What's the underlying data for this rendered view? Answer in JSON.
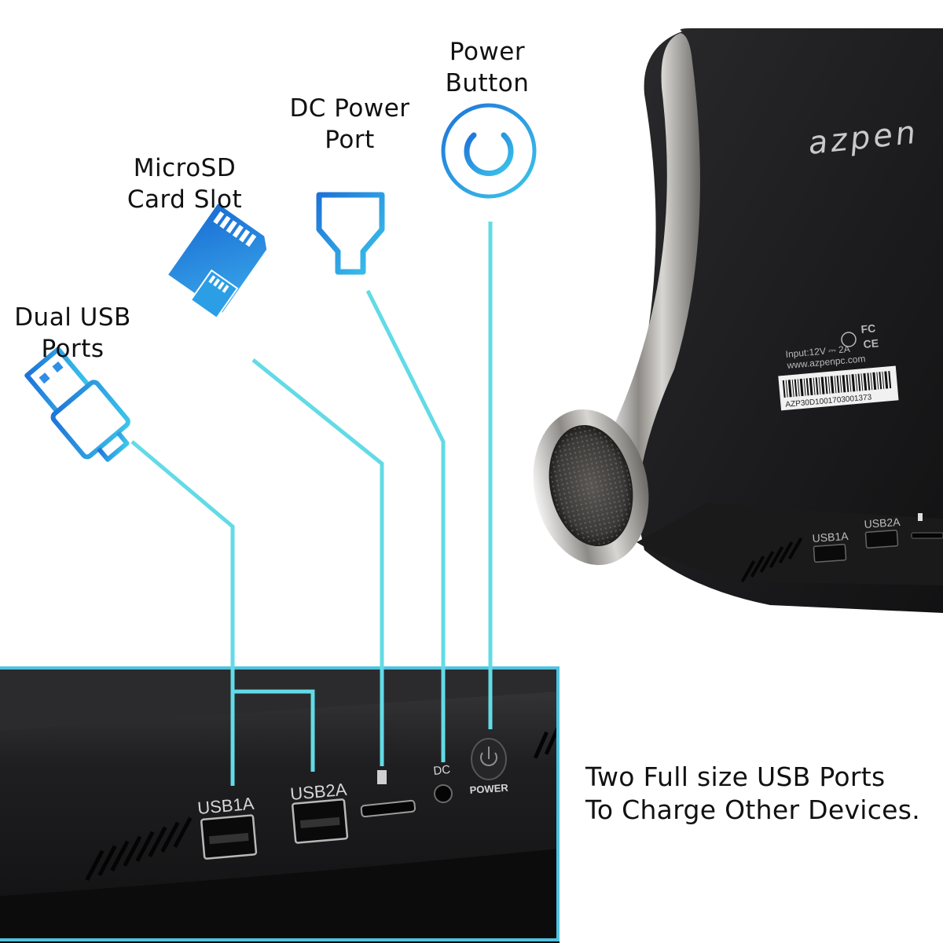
{
  "callouts": {
    "power_button": [
      "Power",
      "Button"
    ],
    "dc_power_port": [
      "DC Power",
      "Port"
    ],
    "microsd_slot": [
      "MicroSD",
      "Card Slot"
    ],
    "dual_usb": [
      "Dual USB",
      "Ports"
    ]
  },
  "caption": [
    "Two Full size USB Ports",
    "To Charge Other Devices."
  ],
  "device_rear": {
    "brand": "azpen",
    "input_rating": "Input:12V ⎓ 2A",
    "website": "www.azpenpc.com",
    "serial": "AZP30D1001703001373",
    "cert_marks": [
      "FC",
      "CE"
    ],
    "usb1_label": "USB1A",
    "usb2_label": "USB2A"
  },
  "port_panel": {
    "usb1_label": "USB1A",
    "usb2_label": "USB2A",
    "dc_label": "DC",
    "power_label": "POWER"
  },
  "colors": {
    "line_top": "#2f8ee6",
    "line_bottom": "#5fd8e8",
    "device_body": "#1e1e20",
    "text": "#111111"
  },
  "icons": [
    "power-icon",
    "plug-icon",
    "sd-card-icon",
    "usb-plug-icon"
  ]
}
